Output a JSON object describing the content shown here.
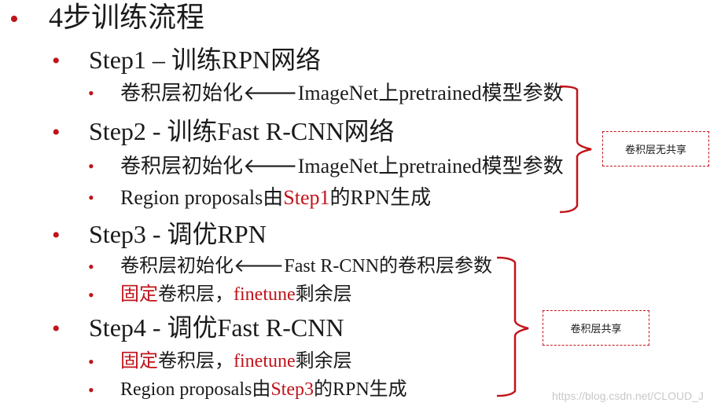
{
  "title": "4步训练流程",
  "steps": [
    {
      "heading": "Step1 – 训练RPN网络",
      "items": [
        {
          "parts": [
            {
              "text": "卷积层初始化🡐ImageNet上pretrained模型参数",
              "red": false
            }
          ]
        }
      ]
    },
    {
      "heading": "Step2 - 训练Fast R-CNN网络",
      "items": [
        {
          "parts": [
            {
              "text": "卷积层初始化🡐ImageNet上pretrained模型参数",
              "red": false
            }
          ]
        },
        {
          "parts": [
            {
              "text": "Region proposals由",
              "red": false
            },
            {
              "text": "Step1",
              "red": true
            },
            {
              "text": "的RPN生成",
              "red": false
            }
          ]
        }
      ]
    },
    {
      "heading": "Step3 - 调优RPN",
      "items": [
        {
          "parts": [
            {
              "text": "卷积层初始化🡐Fast R-CNN的卷积层参数",
              "red": false
            }
          ]
        },
        {
          "parts": [
            {
              "text": "固定",
              "red": true
            },
            {
              "text": "卷积层，",
              "red": false
            },
            {
              "text": "finetune",
              "red": true
            },
            {
              "text": "剩余层",
              "red": false
            }
          ]
        }
      ]
    },
    {
      "heading": "Step4 - 调优Fast R-CNN",
      "items": [
        {
          "parts": [
            {
              "text": "固定",
              "red": true
            },
            {
              "text": "卷积层，",
              "red": false
            },
            {
              "text": "finetune",
              "red": true
            },
            {
              "text": "剩余层",
              "red": false
            }
          ]
        },
        {
          "parts": [
            {
              "text": "Region proposals由",
              "red": false
            },
            {
              "text": "Step3",
              "red": true
            },
            {
              "text": "的RPN生成",
              "red": false
            }
          ]
        }
      ]
    }
  ],
  "annotations": {
    "not_shared": "卷积层无共享",
    "shared": "卷积层共享"
  },
  "watermark": "https://blog.csdn.net/CLOUD_J",
  "bullet_glyph": "•",
  "colors": {
    "accent": "#c0141b",
    "text": "#1a1a1a"
  }
}
